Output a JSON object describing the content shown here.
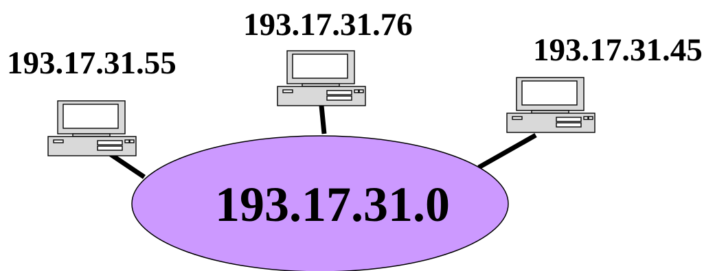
{
  "network": {
    "address": "193.17.31.0",
    "fill_color": "#cc99ff",
    "outline_color": "#000000"
  },
  "hosts": [
    {
      "address": "193.17.31.55",
      "icon": "desktop-computer-icon"
    },
    {
      "address": "193.17.31.76",
      "icon": "desktop-computer-icon"
    },
    {
      "address": "193.17.31.45",
      "icon": "desktop-computer-icon"
    }
  ],
  "colors": {
    "computer_body": "#d9d9d9",
    "computer_screen": "#ffffff",
    "cable": "#000000",
    "text": "#000000"
  }
}
